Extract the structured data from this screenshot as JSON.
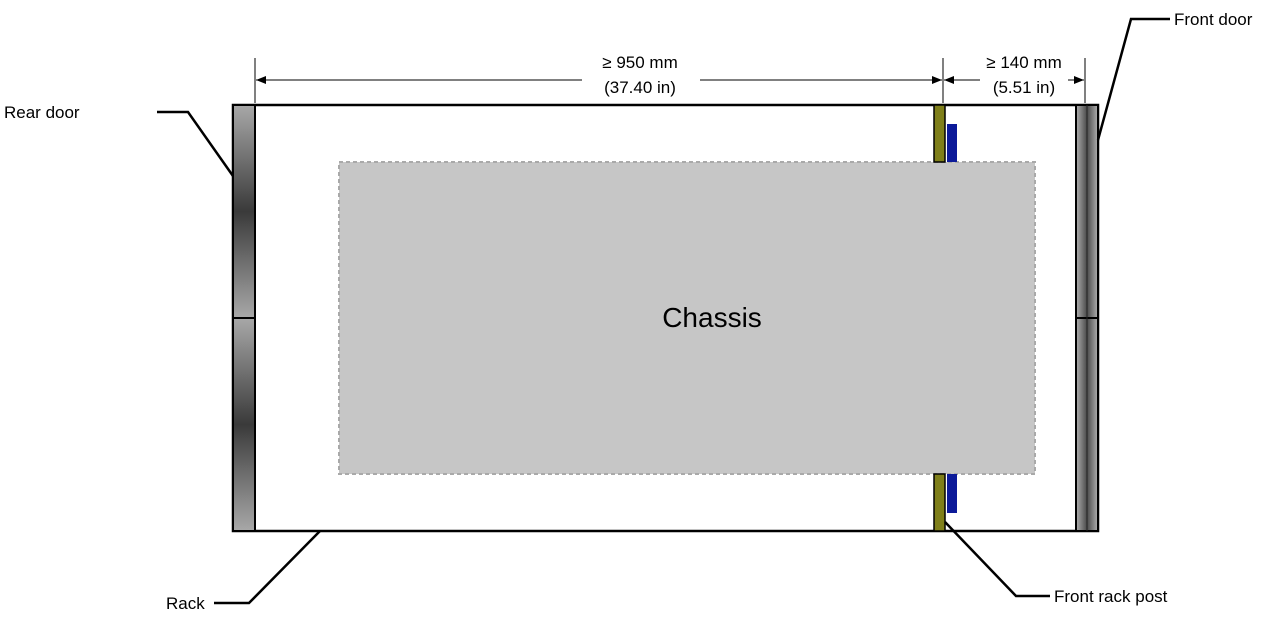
{
  "labels": {
    "rear_door": "Rear door",
    "front_door": "Front door",
    "rack": "Rack",
    "front_rack_post": "Front rack post",
    "chassis": "Chassis"
  },
  "dimensions": {
    "depth": {
      "metric": "≥ 950 mm",
      "imperial": "(37.40 in)"
    },
    "front_clearance": {
      "metric": "≥ 140 mm",
      "imperial": "(5.51 in)"
    }
  },
  "colors": {
    "rack_outline": "#000000",
    "chassis_fill": "#c6c6c6",
    "chassis_border": "#a9a9a9",
    "rack_post": "#7f7f1a",
    "mounting_bracket": "#0c1a99",
    "door_dark": "#3a3a3a",
    "door_light": "#a8a8a8"
  }
}
